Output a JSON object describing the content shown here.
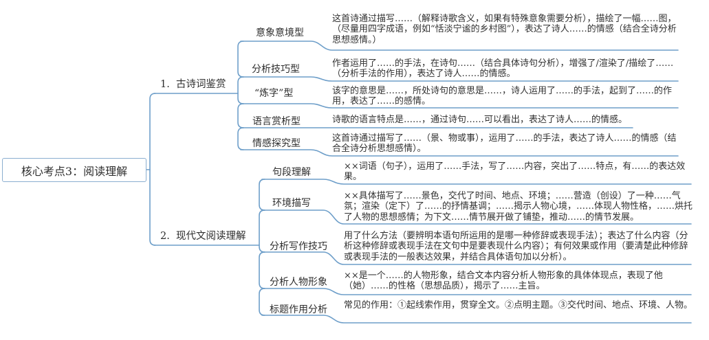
{
  "colors": {
    "line": "#6d9ec9",
    "box_border": "#8aaed0",
    "text": "#2e2e2e"
  },
  "root": {
    "label": "核心考点3：阅读理解"
  },
  "branches": [
    {
      "label": "1.  古诗词鉴赏",
      "children": [
        {
          "label": "意象意境型",
          "text": "这首诗通过描写……（解释诗歌含义，如果有特殊意象需要分析），描绘了一幅……图，（尽量用四字成语，例如“恬淡宁谧的乡村图”），表达了诗人……的情感（结合全诗分析思想感情。）"
        },
        {
          "label": "分析技巧型",
          "text": "作者运用了……的手法，在诗句……（结合具体诗句分析），增强了/渲染了/描绘了……（分析手法的作用），表达了诗人……的情感。"
        },
        {
          "label": "“炼字”型",
          "text": "该字的意思是……，所处诗句的意思是……，诗人运用了……的手法，起到了……的作用，表达了……的感情。"
        },
        {
          "label": "语言赏析型",
          "text": "诗歌的语言特点是……，通过诗句……可以看出，表达了诗人……的情感。"
        },
        {
          "label": "情感探究型",
          "text": "这首诗通过描写了……（景、物或事），运用了……的手法，表达了诗人……的情感（结合全诗分析思想感情）。"
        }
      ]
    },
    {
      "label": "2.  现代文阅读理解",
      "children": [
        {
          "label": "句段理解",
          "text": "××词语（句子），运用了……手法，写了……内容，突出了……特点，有……的表达效果。"
        },
        {
          "label": "环境描写",
          "text": "××具体描写了……景色，交代了时间、地点、环境；……营造（创设）了一种……气氛；渲染（定下）了……的抒情基调；……揭示人物心境，……体现人物性格，……烘托了人物的思想感情；为下文……情节展开做了铺垫，推动……的情节发展。"
        },
        {
          "label": "分析写作技巧",
          "text": "用了什么方法（要辨明本语句所运用的是哪一种修辞或表现手法）；表达了什么内容（分析这种修辞或表现手法在文句中是要表现什么内容）；有何效果或作用（要清楚此种修辞或表现手法的一般表达效果，并结合具体语句加以分析）。"
        },
        {
          "label": "分析人物形象",
          "text": "××是一个……的人物形象，结合文本内容分析人物形象的具体体现点，表现了他（她）……的性格（思想品质），揭示了……主旨。"
        },
        {
          "label": "标题作用分析",
          "text": "常见的作用：①起线索作用，贯穿全文。②点明主题。③交代时间、地点、环境、人物。"
        }
      ]
    }
  ]
}
